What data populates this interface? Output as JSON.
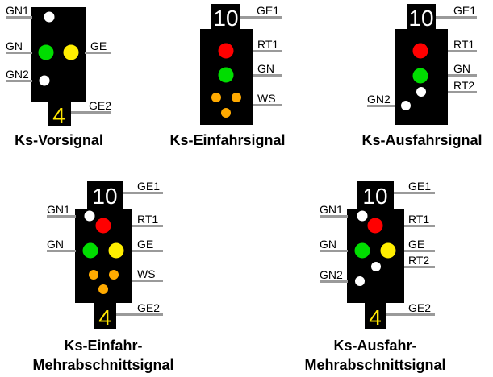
{
  "colors": {
    "body": "#000000",
    "white": "#ffffff",
    "red": "#ff0000",
    "green": "#00dd00",
    "yellow": "#ffee00",
    "orange": "#ffaa00",
    "pin": "#9a9a9a",
    "top_indicator_text": "#ffffff",
    "bottom_indicator_text": "#ffe600"
  },
  "signals": [
    {
      "id": "ks-vorsignal",
      "caption": [
        "Ks-Vorsignal"
      ],
      "top_indicator": "",
      "bottom_indicator": "4",
      "lights": [
        {
          "color": "white",
          "label": "GN1"
        },
        {
          "color": "green",
          "label": "GN"
        },
        {
          "color": "yellow",
          "label": "GE"
        },
        {
          "color": "white",
          "label": "GN2"
        }
      ],
      "pin_labels": {
        "gn1": "GN1",
        "gn": "GN",
        "ge": "GE",
        "gn2": "GN2",
        "ge2": "GE2"
      }
    },
    {
      "id": "ks-einfahrsignal",
      "caption": [
        "Ks-Einfahrsignal"
      ],
      "top_indicator": "10",
      "bottom_indicator": "",
      "lights": [
        {
          "color": "red",
          "label": "RT1"
        },
        {
          "color": "green",
          "label": "GN"
        },
        {
          "color": "orange",
          "label": "WS"
        }
      ],
      "pin_labels": {
        "ge1": "GE1",
        "rt1": "RT1",
        "gn": "GN",
        "ws": "WS"
      }
    },
    {
      "id": "ks-ausfahrsignal",
      "caption": [
        "Ks-Ausfahrsignal"
      ],
      "top_indicator": "10",
      "bottom_indicator": "",
      "lights": [
        {
          "color": "red",
          "label": "RT1"
        },
        {
          "color": "green",
          "label": "GN"
        },
        {
          "color": "white",
          "label": "RT2"
        },
        {
          "color": "white",
          "label": "GN2"
        }
      ],
      "pin_labels": {
        "ge1": "GE1",
        "rt1": "RT1",
        "gn": "GN",
        "rt2": "RT2",
        "gn2": "GN2"
      }
    },
    {
      "id": "ks-einfahr-mehrabschnittsignal",
      "caption": [
        "Ks-Einfahr-",
        "Mehrabschnittsignal"
      ],
      "top_indicator": "10",
      "bottom_indicator": "4",
      "lights": [
        {
          "color": "white",
          "label": "GN1"
        },
        {
          "color": "red",
          "label": "RT1"
        },
        {
          "color": "green",
          "label": "GN"
        },
        {
          "color": "yellow",
          "label": "GE"
        },
        {
          "color": "orange",
          "label": "WS"
        }
      ],
      "pin_labels": {
        "ge1": "GE1",
        "gn1": "GN1",
        "rt1": "RT1",
        "gn": "GN",
        "ge": "GE",
        "ws": "WS",
        "ge2": "GE2"
      }
    },
    {
      "id": "ks-ausfahr-mehrabschnittsignal",
      "caption": [
        "Ks-Ausfahr-",
        "Mehrabschnittsignal"
      ],
      "top_indicator": "10",
      "bottom_indicator": "4",
      "lights": [
        {
          "color": "white",
          "label": "GN1"
        },
        {
          "color": "red",
          "label": "RT1"
        },
        {
          "color": "green",
          "label": "GN"
        },
        {
          "color": "yellow",
          "label": "GE"
        },
        {
          "color": "white",
          "label": "RT2"
        },
        {
          "color": "white",
          "label": "GN2"
        }
      ],
      "pin_labels": {
        "ge1": "GE1",
        "gn1": "GN1",
        "rt1": "RT1",
        "gn": "GN",
        "ge": "GE",
        "rt2": "RT2",
        "gn2": "GN2",
        "ge2": "GE2"
      }
    }
  ]
}
